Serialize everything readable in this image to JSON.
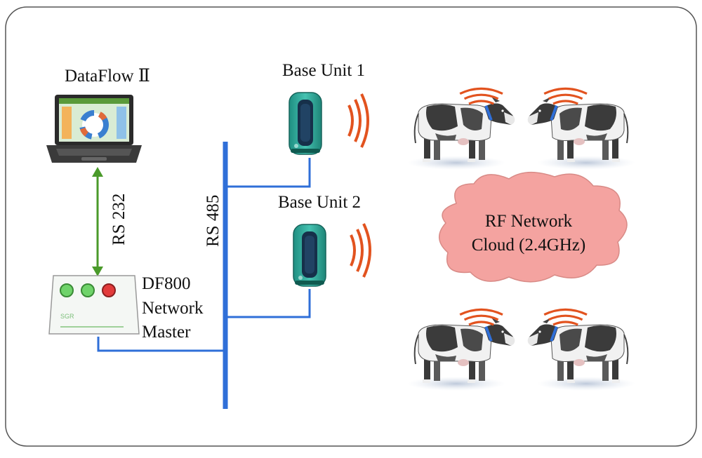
{
  "labels": {
    "dataflow": "DataFlow Ⅱ",
    "base_unit_1": "Base Unit 1",
    "base_unit_2": "Base Unit 2",
    "rs232": "RS 232",
    "rs485": "RS 485",
    "df800_line1": "DF800",
    "df800_line2": "Network",
    "df800_line3": "Master",
    "cloud_line1": "RF Network",
    "cloud_line2": "Cloud (2.4GHz)"
  },
  "colors": {
    "bus_blue": "#2f6fd8",
    "rs232_green": "#4a9a2a",
    "cloud_fill": "#f4a3a0",
    "signal_red": "#e2531f",
    "base_unit_teal": "#35b0a0",
    "led_green": "#6fd36a",
    "led_red": "#e23b3b"
  },
  "icons": {
    "laptop": "laptop-icon",
    "base_unit": "base-unit-icon",
    "network_master": "network-master-box",
    "cow": "cow-icon",
    "signal": "signal-waves-icon",
    "cloud": "cloud-shape"
  }
}
